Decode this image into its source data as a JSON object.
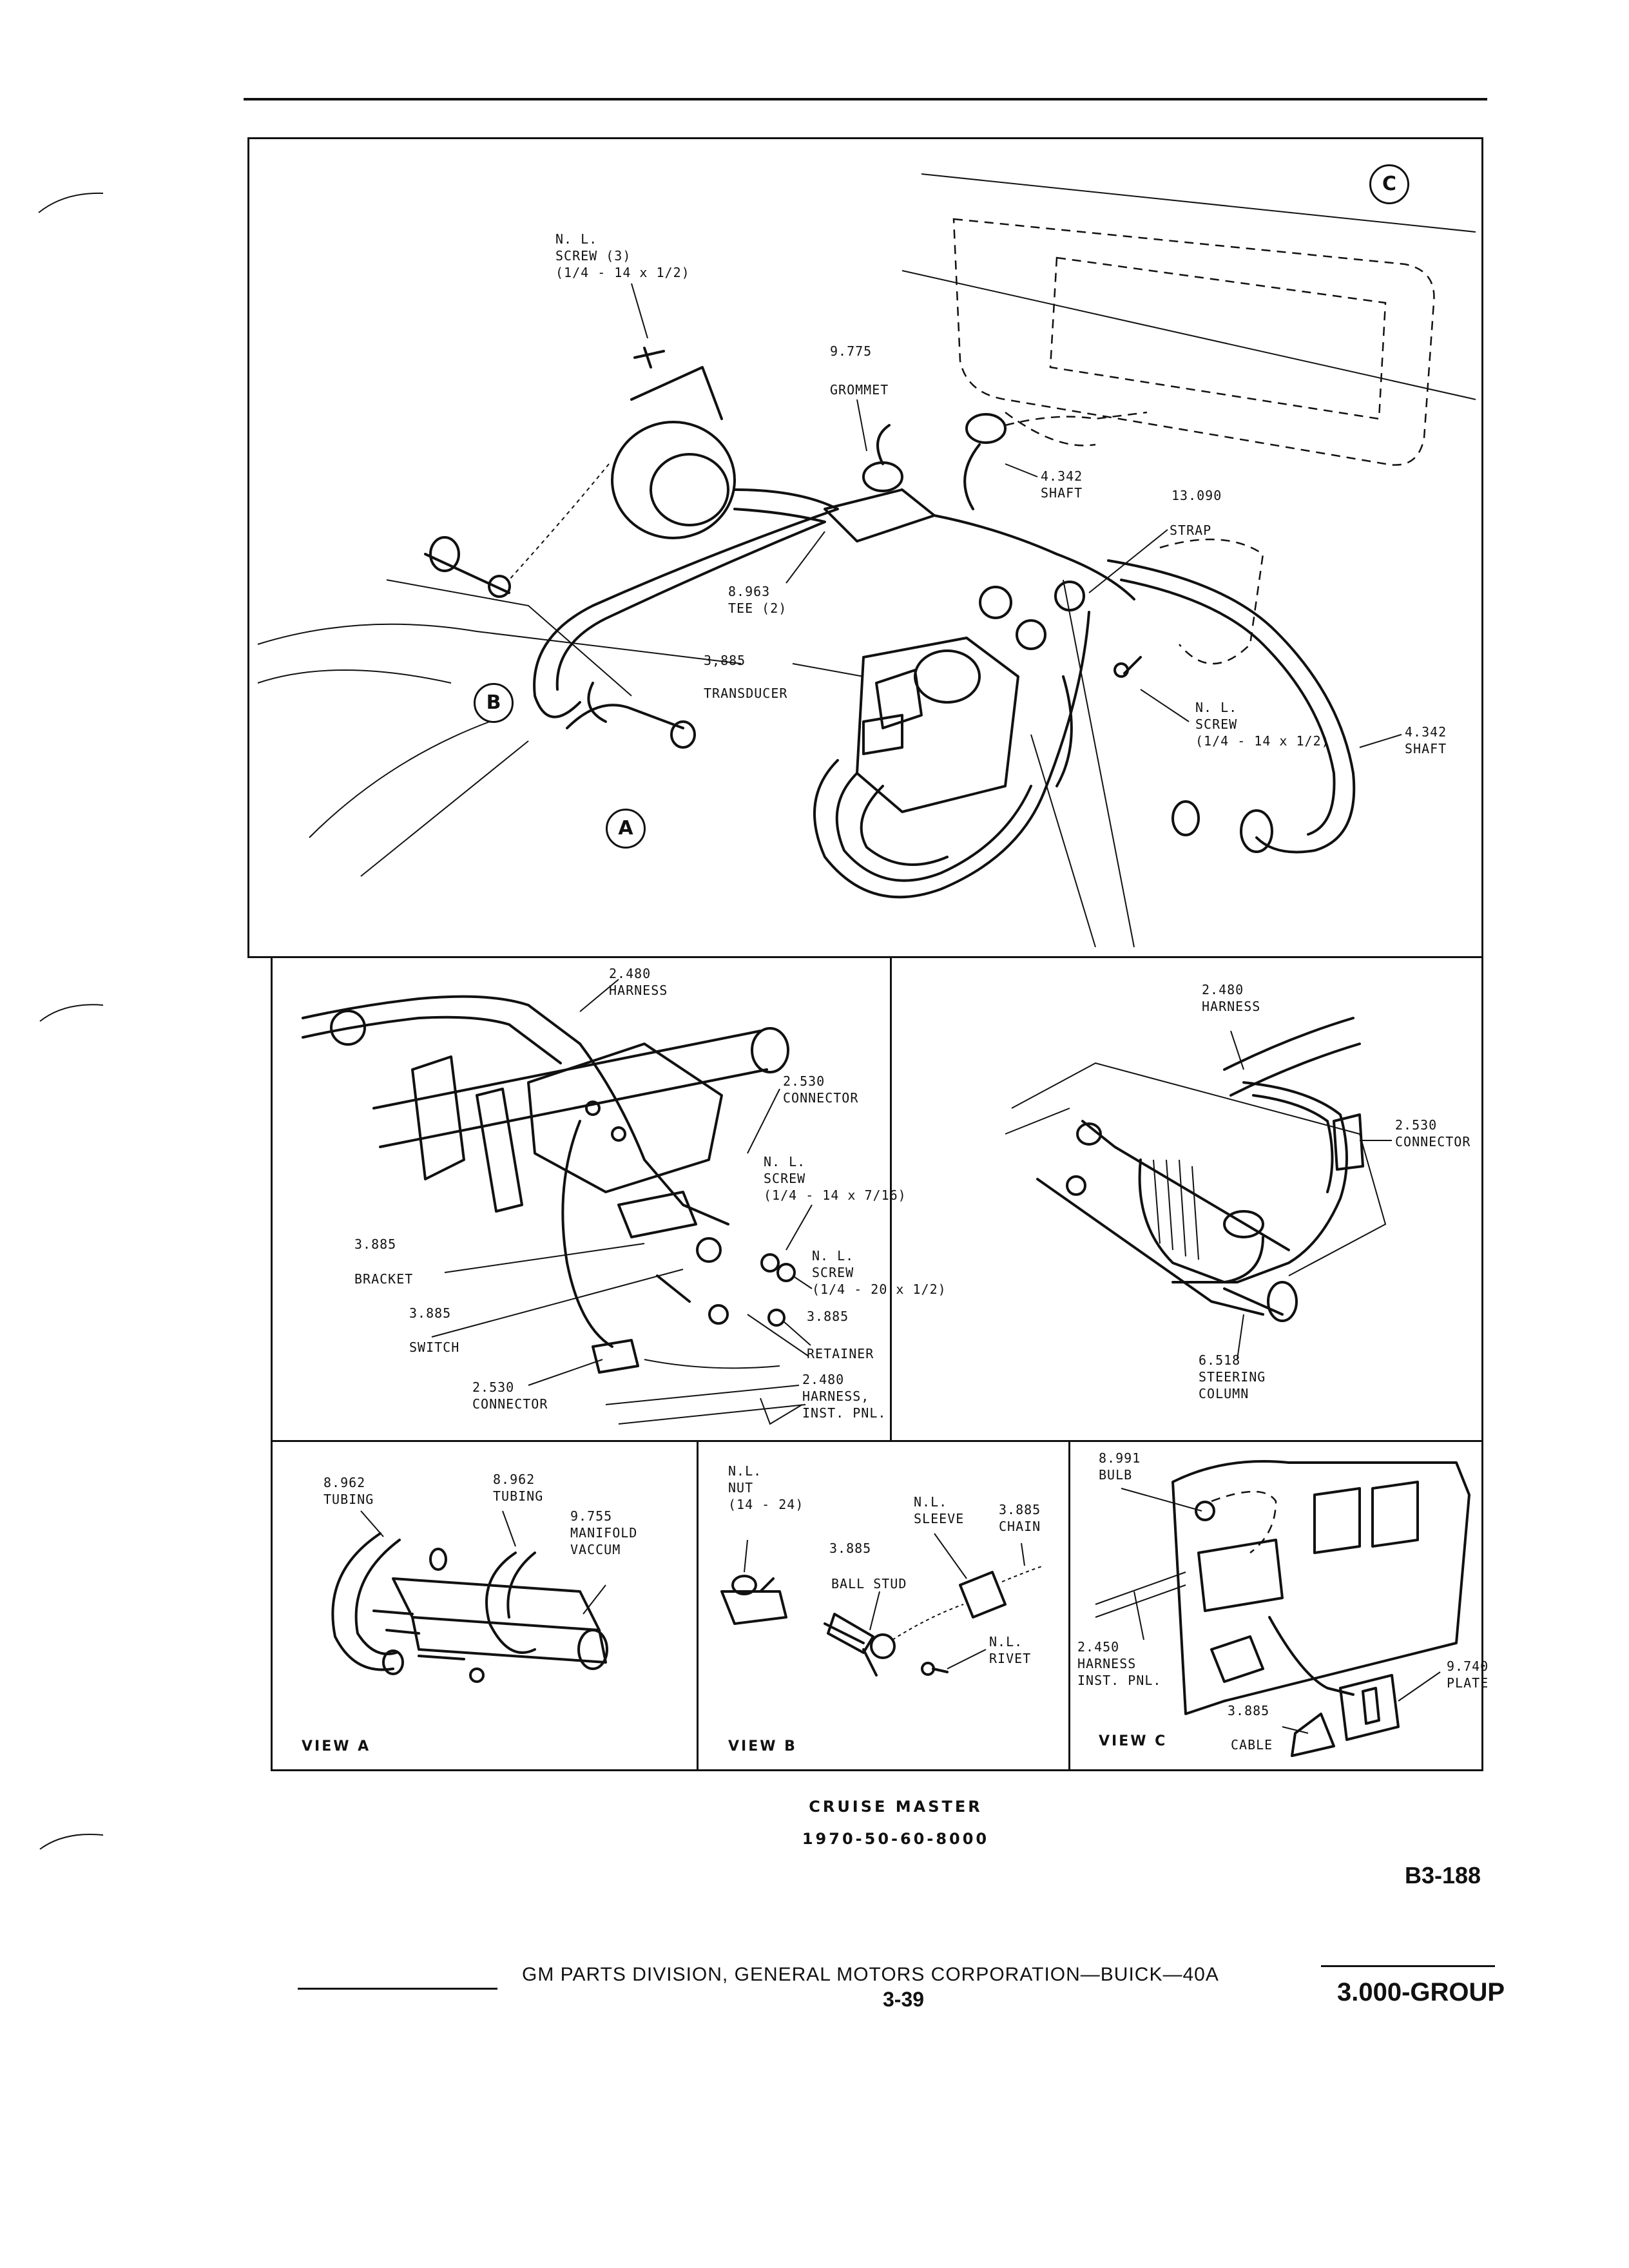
{
  "main_view": {
    "letters": {
      "a": "A",
      "b": "B",
      "c": "C"
    },
    "labels": {
      "screw_top": "N. L.\nSCREW (3)\n(1/4 - 14 x 1/2)",
      "grommet_num": "9.775",
      "grommet": "GROMMET",
      "shaft_upper": "4.342\nSHAFT",
      "strap_num": "13.090",
      "strap": "STRAP",
      "tee": "8.963\nTEE (2)",
      "transducer_num": "3,885",
      "transducer": "TRANSDUCER",
      "screw_right": "N. L.\nSCREW\n(1/4 - 14 x 1/2)",
      "shaft_right": "4.342\nSHAFT"
    }
  },
  "left_view": {
    "labels": {
      "harness": "2.480\nHARNESS",
      "connector_upper": "2.530\nCONNECTOR",
      "screw_upper": "N. L.\nSCREW\n(1/4 - 14 x 7/16)",
      "bracket_num": "3.885",
      "bracket": "BRACKET",
      "screw_lower": "N. L.\nSCREW\n(1/4 - 20 x 1/2)",
      "switch_num": "3.885",
      "switch": "SWITCH",
      "retainer_num": "3.885",
      "retainer": "RETAINER",
      "connector_lower": "2.530\nCONNECTOR",
      "harness_inst": "2.480\nHARNESS,\nINST. PNL."
    }
  },
  "right_view": {
    "labels": {
      "harness": "2.480\nHARNESS",
      "connector": "2.530\nCONNECTOR",
      "steering": "6.518\nSTEERING\nCOLUMN"
    }
  },
  "view_a": {
    "title": "VIEW A",
    "labels": {
      "tubing_left": "8.962\nTUBING",
      "tubing_right": "8.962\nTUBING",
      "manifold": "9.755\nMANIFOLD\nVACCUM"
    }
  },
  "view_b": {
    "title": "VIEW B",
    "labels": {
      "nut": "N.L.\nNUT\n(14 - 24)",
      "sleeve": "N.L.\nSLEEVE",
      "chain": "3.885\nCHAIN",
      "ball_num": "3.885",
      "ball": "BALL STUD",
      "rivet": "N.L.\nRIVET"
    }
  },
  "view_c": {
    "title": "VIEW C",
    "labels": {
      "bulb": "8.991\nBULB",
      "harness": "2.450\nHARNESS\nINST. PNL.",
      "cable_num": "3.885",
      "cable": "CABLE",
      "plate": "9.740\nPLATE"
    }
  },
  "caption": {
    "title": "CRUISE MASTER",
    "code": "1970-50-60-8000",
    "ref": "B3-188"
  },
  "footer": {
    "division": "GM PARTS DIVISION, GENERAL MOTORS CORPORATION—BUICK—40A",
    "page": "3-39",
    "group": "3.000-GROUP"
  }
}
